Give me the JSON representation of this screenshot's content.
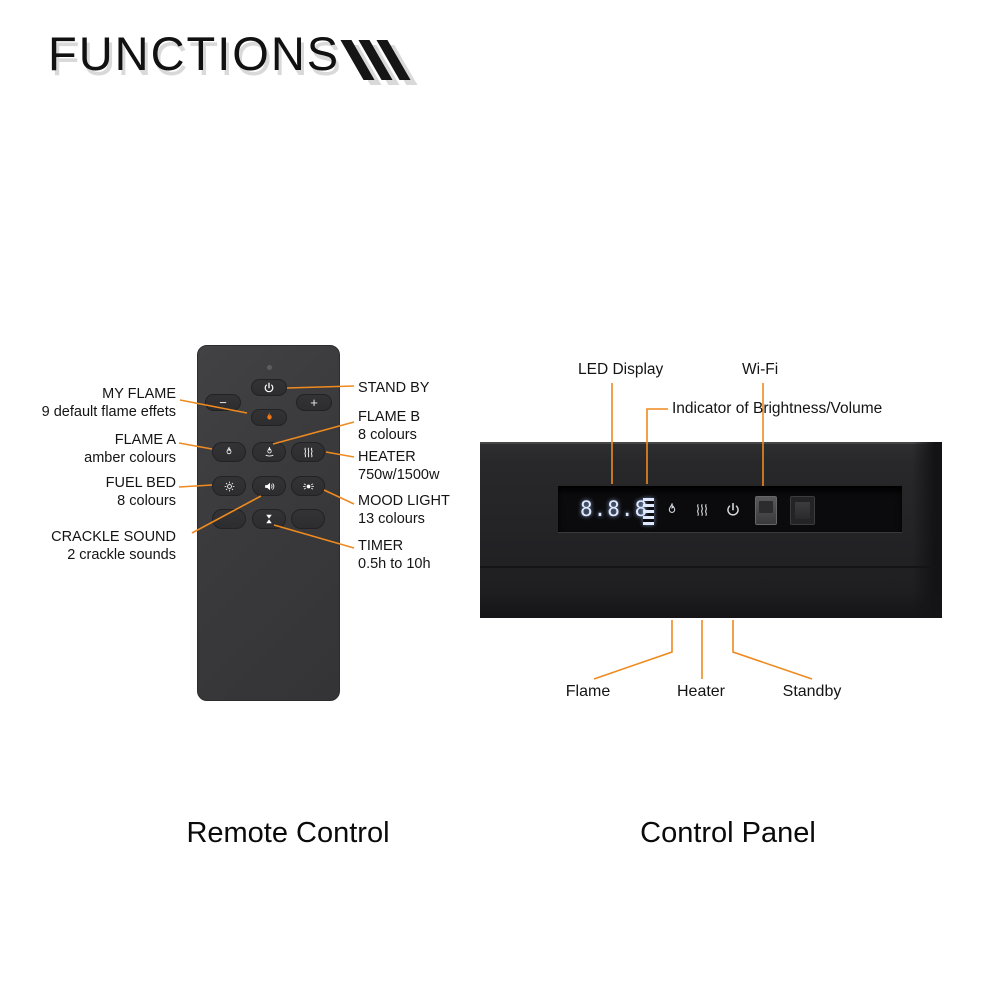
{
  "title": "FUNCTIONS",
  "captions": {
    "remote": "Remote Control",
    "panel": "Control Panel"
  },
  "remote": {
    "buttons": {
      "minus": "−",
      "plus": "+"
    },
    "left_labels": [
      {
        "line1": "MY FLAME",
        "line2": "9 default flame effets"
      },
      {
        "line1": "FLAME A",
        "line2": "amber colours"
      },
      {
        "line1": "FUEL BED",
        "line2": "8 colours"
      },
      {
        "line1": "CRACKLE SOUND",
        "line2": "2 crackle sounds"
      }
    ],
    "right_labels": [
      {
        "line1": "STAND BY",
        "line2": ""
      },
      {
        "line1": "FLAME B",
        "line2": "8 colours"
      },
      {
        "line1": "HEATER",
        "line2": "750w/1500w"
      },
      {
        "line1": "MOOD LIGHT",
        "line2": "13 colours"
      },
      {
        "line1": "TIMER",
        "line2": "0.5h to 10h"
      }
    ]
  },
  "panel": {
    "display_digits": "8.8.8",
    "labels_top": {
      "led": "LED Display",
      "wifi": "Wi-Fi",
      "indicator": "Indicator of Brightness/Volume"
    },
    "labels_bottom": {
      "flame": "Flame",
      "heater": "Heater",
      "standby": "Standby"
    }
  },
  "icons": {
    "standby": "power-icon",
    "my_flame": "flame-icon",
    "flame_a": "flame-outline-icon",
    "flame_b": "flame-base-icon",
    "heater": "heat-waves-icon",
    "fuel_bed": "light-rays-icon",
    "crackle_sound": "speaker-icon",
    "mood_light": "mood-light-icon",
    "timer": "hourglass-icon",
    "wifi": "rocker-switch",
    "indicator": "brightness-bars"
  },
  "colors": {
    "callout": "#ef8a1f",
    "flame": "#f07818",
    "remote_body": "#3b3b3d",
    "panel_body": "#222224",
    "led": "#dfe9ff"
  }
}
